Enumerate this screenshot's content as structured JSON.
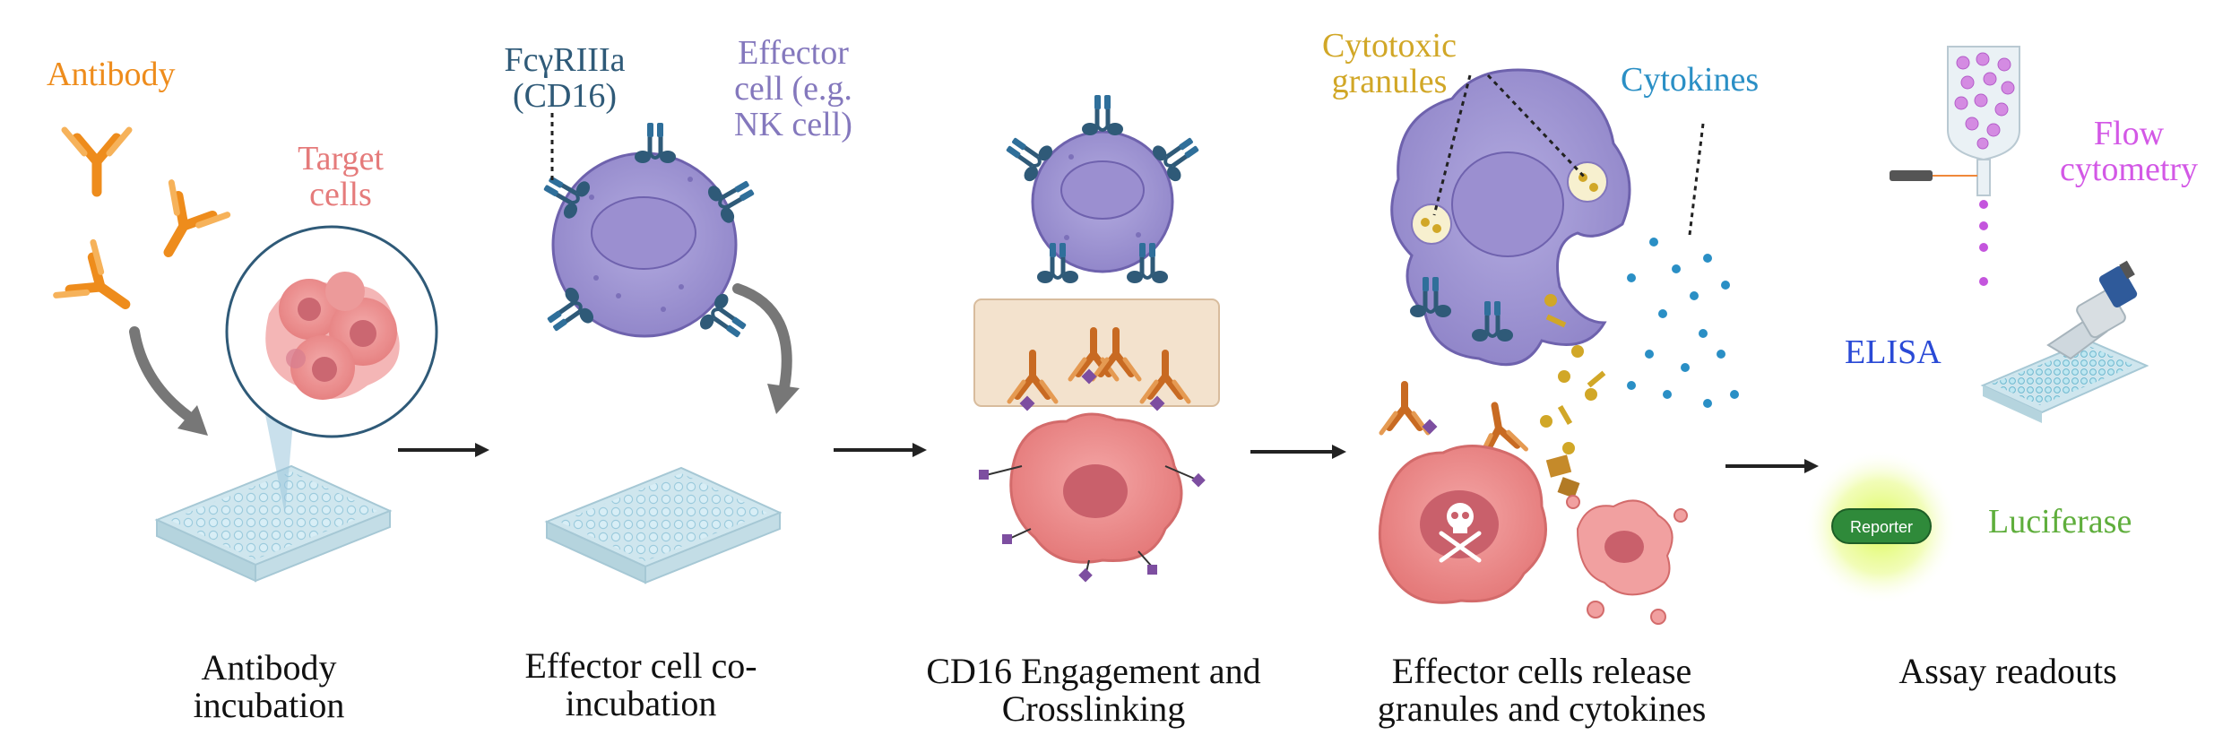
{
  "colors": {
    "antibody": "#ee8c1c",
    "target": "#e57b7b",
    "receptor": "#2f5a78",
    "effector": "#8478bd",
    "granules": "#d1a727",
    "cytokines": "#2a8fc5",
    "flow": "#d358e6",
    "elisa": "#2a4ad6",
    "luciferase": "#5fae3c",
    "reporter_pill": "#2f8a3a"
  },
  "annotations": {
    "antibody": "Antibody",
    "target_cells": [
      "Target",
      "cells"
    ],
    "receptor": [
      "FcγRIIIa",
      "(CD16)"
    ],
    "effector": [
      "Effector",
      "cell (e.g.",
      "NK cell)"
    ],
    "granules": [
      "Cytotoxic",
      "granules"
    ],
    "cytokines": "Cytokines",
    "flow": [
      "Flow",
      "cytometry"
    ],
    "elisa": "ELISA",
    "luciferase": "Luciferase",
    "reporter": "Reporter"
  },
  "steps": [
    [
      "Antibody",
      "incubation"
    ],
    [
      "Effector cell co-",
      "incubation"
    ],
    [
      "CD16 Engagement and",
      "Crosslinking"
    ],
    [
      "Effector cells release",
      "granules and cytokines"
    ],
    [
      "Assay readouts"
    ]
  ],
  "icons": {
    "arrow": "right-arrow-icon",
    "plate": "well-plate-icon",
    "pipette": "pipette-icon",
    "skull": "skull-crossbones-icon"
  }
}
